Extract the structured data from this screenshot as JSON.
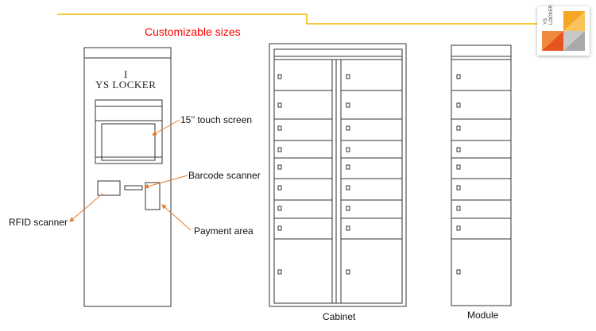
{
  "heading": "Customizable sizes",
  "kiosk": {
    "brand_mark": "I",
    "brand_name": "YS LOCKER"
  },
  "labels": {
    "touch_screen": "15’’ touch screen",
    "barcode_scanner": "Barcode scanner",
    "rfid_scanner": "RFID scanner",
    "payment_area": "Payment area",
    "cabinet": "Cabinet",
    "module": "Module"
  },
  "logo": {
    "text": "YS LOCKER",
    "colors": [
      "#f5a623",
      "#e8541f",
      "#c8c8c8",
      "#f7c35a"
    ]
  },
  "colors": {
    "accent_line": "#f5b700",
    "arrow": "#e8782a",
    "outline": "#333333"
  }
}
